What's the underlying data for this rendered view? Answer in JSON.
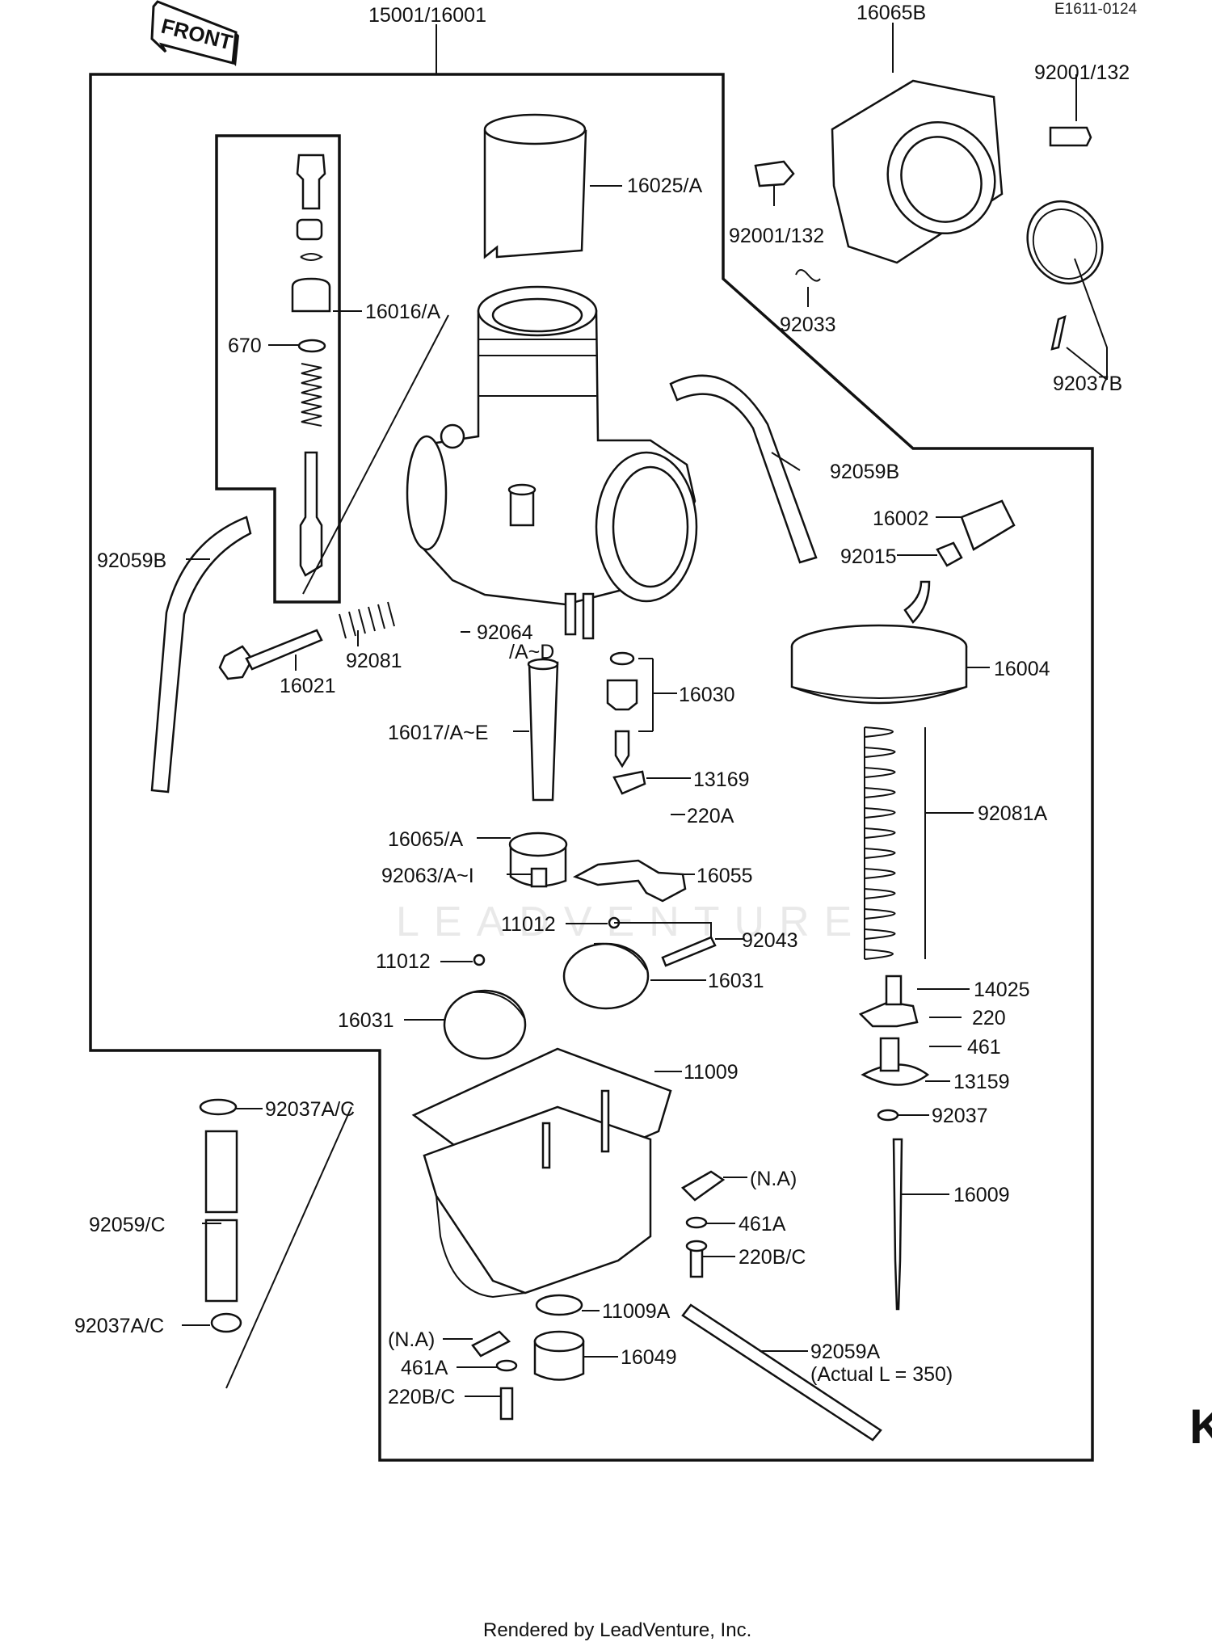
{
  "drawing_code": "E1611-0124",
  "front_label": "FRONT",
  "watermark": "LEADVENTURE",
  "edge_letter": "K",
  "footer": "Rendered by LeadVenture, Inc.",
  "labels": {
    "p15001": "15001/16001",
    "p16065B": "16065B",
    "p92001_top": "92001/132",
    "p16025A": "16025/A",
    "p92001_mid": "92001/132",
    "p92033": "92033",
    "p92037B": "92037B",
    "p16016A": "16016/A",
    "p670": "670",
    "p92059B_right": "92059B",
    "p92059B_left": "92059B",
    "p16002": "16002",
    "p92015": "92015",
    "p92064": "92064",
    "pAD": "/A~D",
    "p92081": "92081",
    "p16021": "16021",
    "p16004": "16004",
    "p16030": "16030",
    "p16017": "16017/A~E",
    "p13169": "13169",
    "p220A": "220A",
    "p92081A": "92081A",
    "p16065A": "16065/A",
    "p92063": "92063/A~I",
    "p16055": "16055",
    "p11012a": "11012",
    "p92043": "92043",
    "p11012b": "11012",
    "p16031r": "16031",
    "p16031l": "16031",
    "p14025": "14025",
    "p220": "220",
    "p461": "461",
    "p13159": "13159",
    "p11009": "11009",
    "p92037AC_top": "92037A/C",
    "p92037": "92037",
    "pNA1": "(N.A)",
    "p16009": "16009",
    "p461A1": "461A",
    "p92059C": "92059/C",
    "p220BC1": "220B/C",
    "p11009A": "11009A",
    "p92037AC_bot": "92037A/C",
    "p92059A": "92059A",
    "pActual": "(Actual L = 350)",
    "pNA2": "(N.A)",
    "p16049": "16049",
    "p461A2": "461A",
    "p220BC2": "220B/C"
  }
}
